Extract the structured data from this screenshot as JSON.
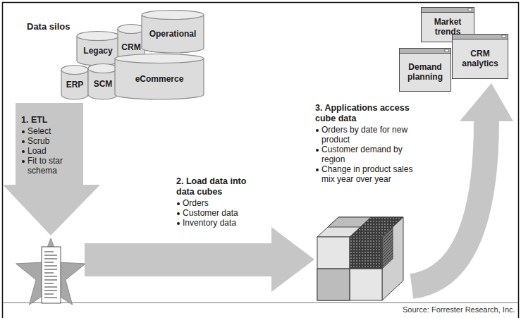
{
  "diagram": {
    "nodes": [
      {
        "text": [
          "Legacy"
        ]
      },
      {
        "text": [
          "CRM"
        ]
      },
      {
        "text": [
          "Operational"
        ]
      },
      {
        "text": [
          "ERP"
        ]
      },
      {
        "text": [
          "SCM"
        ]
      },
      {
        "text": [
          "eCommerce"
        ]
      },
      {
        "text": [
          "Market trends"
        ]
      },
      {
        "text": [
          "Demand planning"
        ]
      },
      {
        "text": [
          "CRM analytics"
        ]
      }
    ],
    "labels": [
      "Data silos",
      "1. ETL",
      "Select",
      "Scrub",
      "Load",
      "Fit to star schema",
      "2. Load data into data cubes",
      "Orders",
      "Customer data",
      "Inventory data",
      "3. Applications access cube data",
      "Orders by date for new product",
      "Customer demand by region",
      "Change in product sales mix year over year",
      "Source: Forrester Research, Inc."
    ]
  }
}
